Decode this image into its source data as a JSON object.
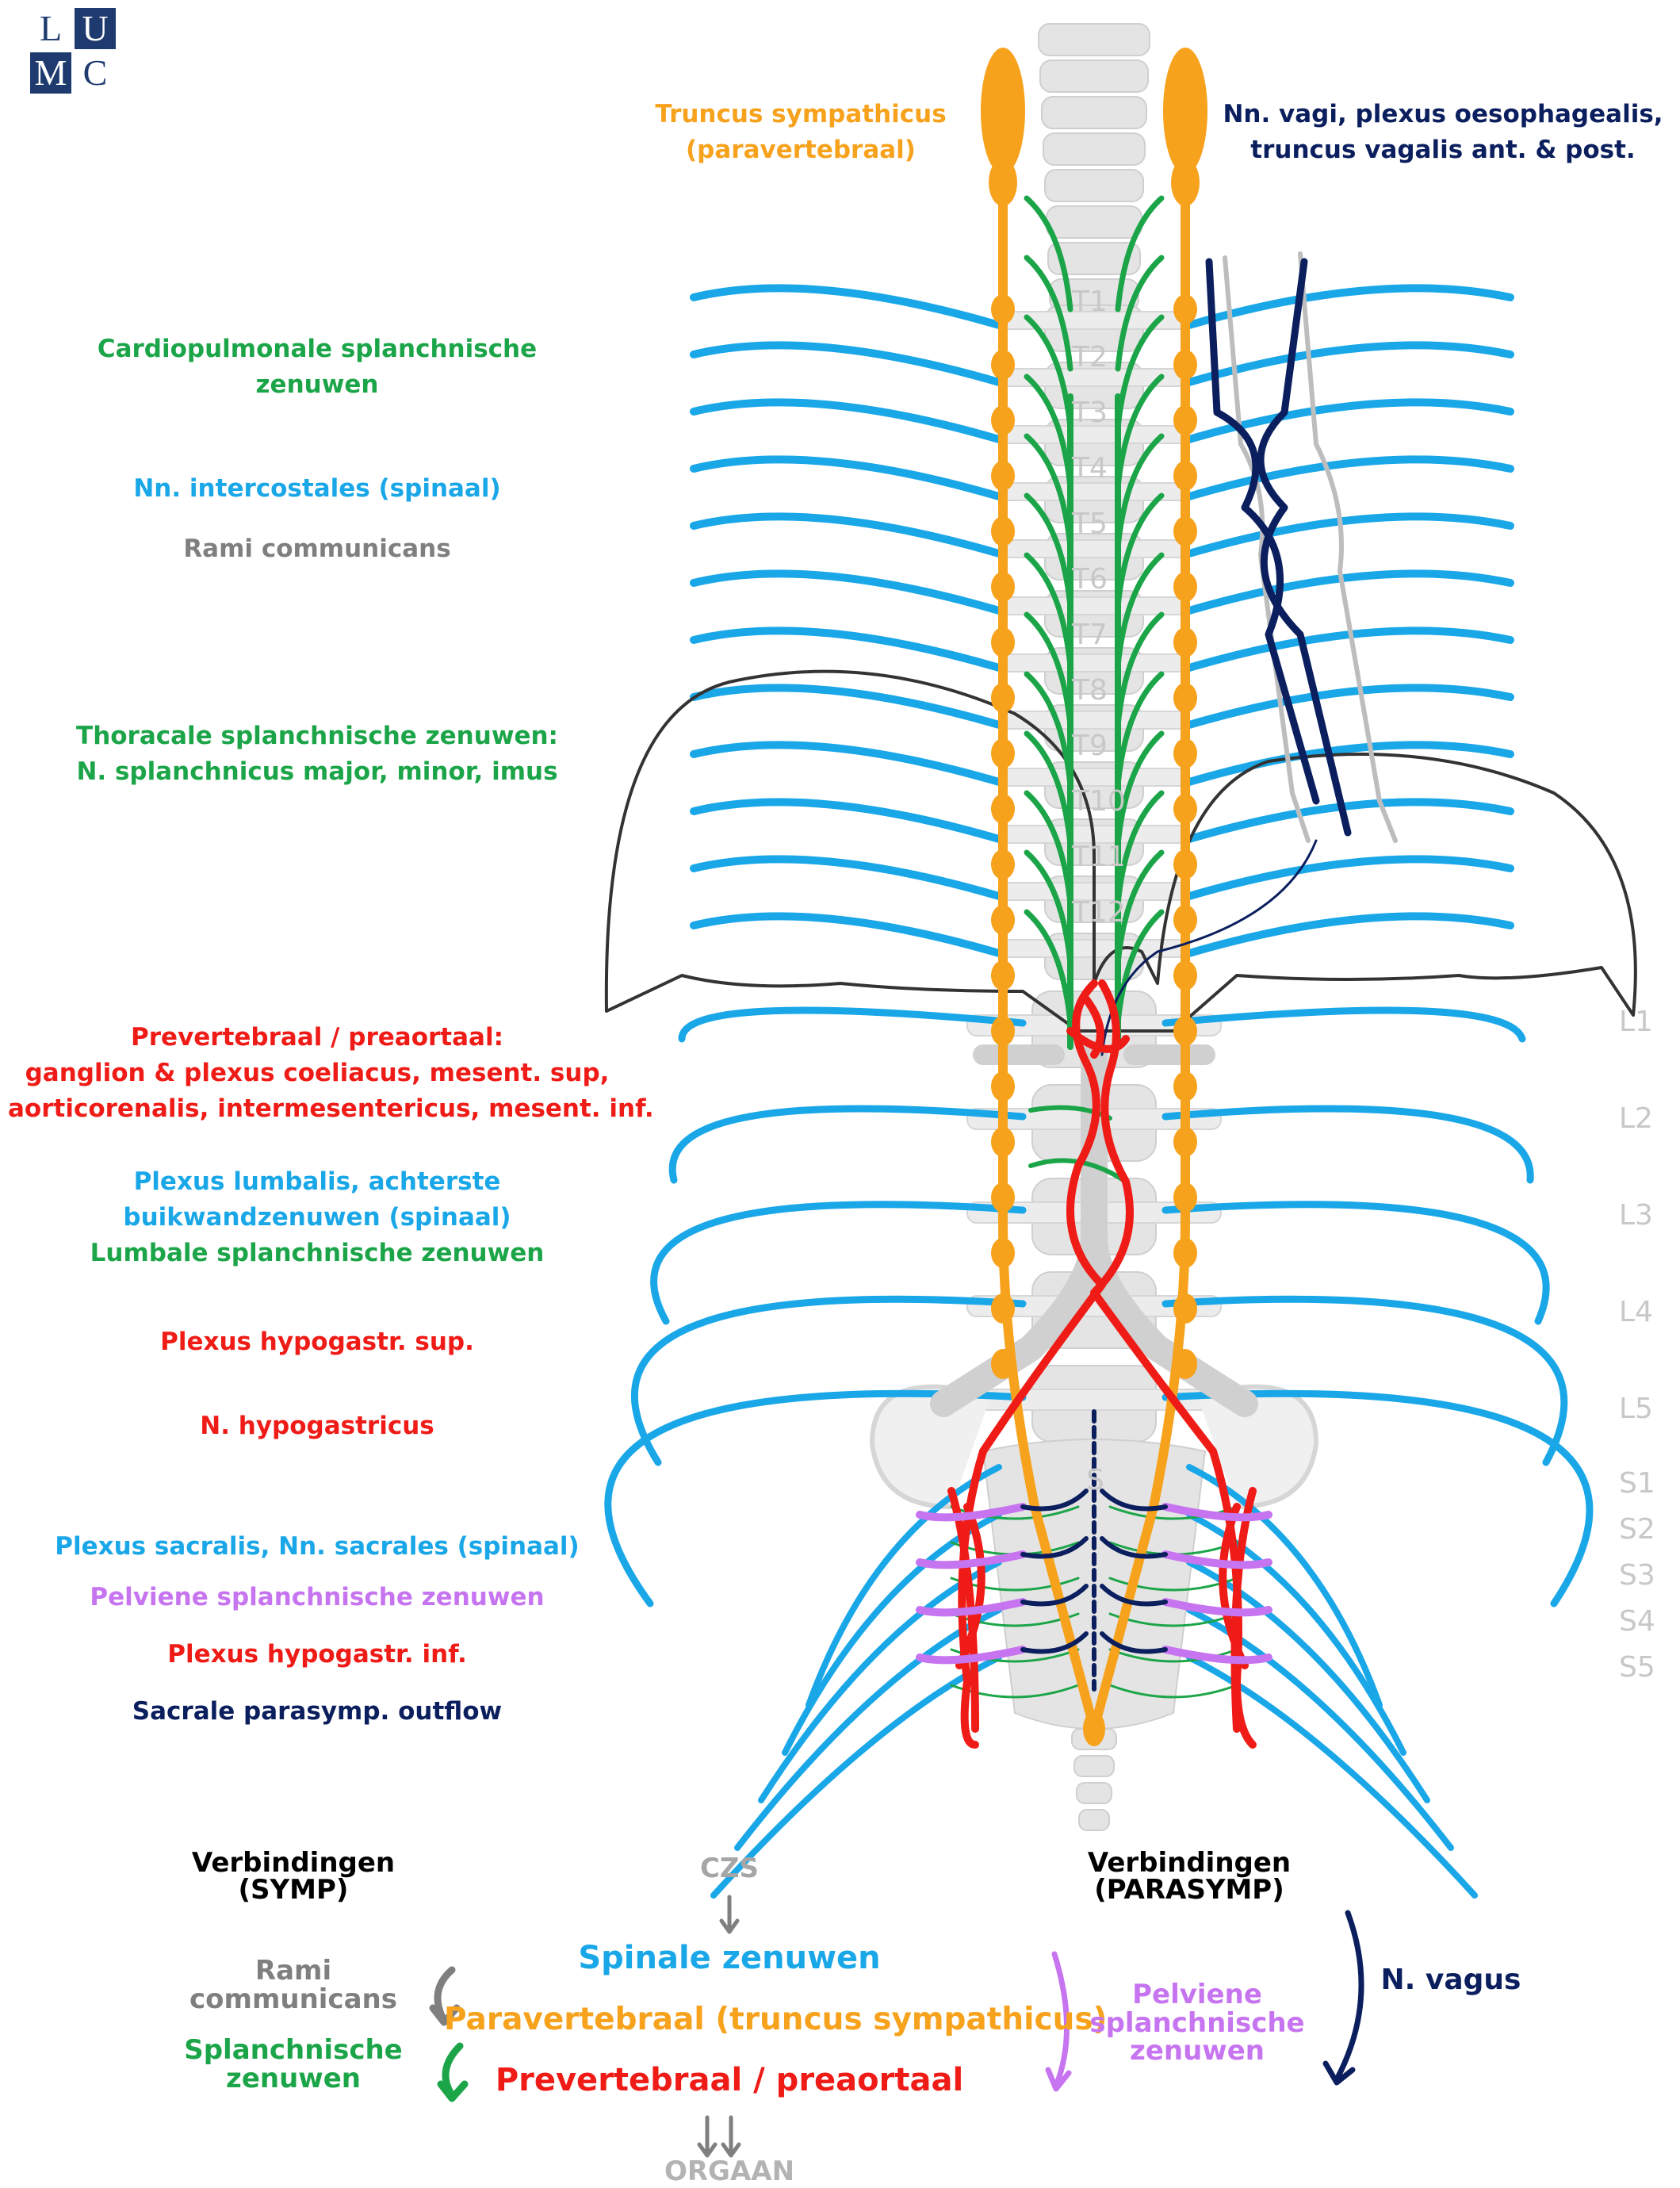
{
  "logo": {
    "l": "L",
    "u": "U",
    "m": "M",
    "c": "C"
  },
  "colors": {
    "sympathetic_trunk": "#f7a21c",
    "splanchnic": "#1ba548",
    "spinal": "#1aa7e8",
    "rami": "#7f7f7f",
    "prevertebral": "#ef1b16",
    "pelvic_splanchnic": "#c774f0",
    "parasympathetic": "#0b1f5e",
    "bone": "#e4e4e4"
  },
  "top_labels": {
    "trunk": [
      "Truncus sympathicus",
      "(paravertebraal)"
    ],
    "vagus": [
      "Nn. vagi, plexus oesophagealis,",
      "truncus vagalis ant. & post."
    ]
  },
  "left_labels": {
    "cardiopulm": [
      "Cardiopulmonale splanchnische",
      "zenuwen"
    ],
    "intercostales": "Nn. intercostales (spinaal)",
    "rami": "Rami communicans",
    "thoracale": [
      "Thoracale splanchnische zenuwen:",
      "N. splanchnicus major, minor, imus"
    ],
    "prevertebraal": [
      "Prevertebraal / preaortaal:",
      "ganglion & plexus coeliacus, mesent. sup,",
      "aorticorenalis, intermesentericus, mesent. inf."
    ],
    "lumbalis": [
      "Plexus lumbalis, achterste",
      "buikwandzenuwen (spinaal)"
    ],
    "lumbale_splanch": "Lumbale splanchnische zenuwen",
    "hypogastr_sup": "Plexus hypogastr. sup.",
    "n_hypogastricus": "N. hypogastricus",
    "sacralis": "Plexus sacralis, Nn. sacrales (spinaal)",
    "pelviene": "Pelviene splanchnische zenuwen",
    "hypogastr_inf": "Plexus hypogastr. inf.",
    "sacrale_outflow": "Sacrale parasymp. outflow"
  },
  "vertebra_labels": {
    "thoracic": [
      "T1",
      "T2",
      "T3",
      "T4",
      "T5",
      "T6",
      "T7",
      "T8",
      "T9",
      "T10",
      "T11",
      "T12"
    ],
    "lumbar": [
      "L1",
      "L2",
      "L3",
      "L4",
      "L5"
    ],
    "sacral_center": "S",
    "sacral_right": [
      "S1",
      "S2",
      "S3",
      "S4",
      "S5"
    ]
  },
  "flow": {
    "symp_title": [
      "Verbindingen",
      "(SYMP)"
    ],
    "parasymp_title": [
      "Verbindingen",
      "(PARASYMP)"
    ],
    "czs": "CZS",
    "spinale": "Spinale zenuwen",
    "paravertebraal": "Paravertebraal (truncus sympathicus)",
    "prevertebraal": "Prevertebraal / preaortaal",
    "orgaan": "ORGAAN",
    "rami": [
      "Rami",
      "communicans"
    ],
    "splanch": [
      "Splanchnische",
      "zenuwen"
    ],
    "pelviene": [
      "Pelviene",
      "splanchnische",
      "zenuwen"
    ],
    "vagus": "N. vagus"
  }
}
